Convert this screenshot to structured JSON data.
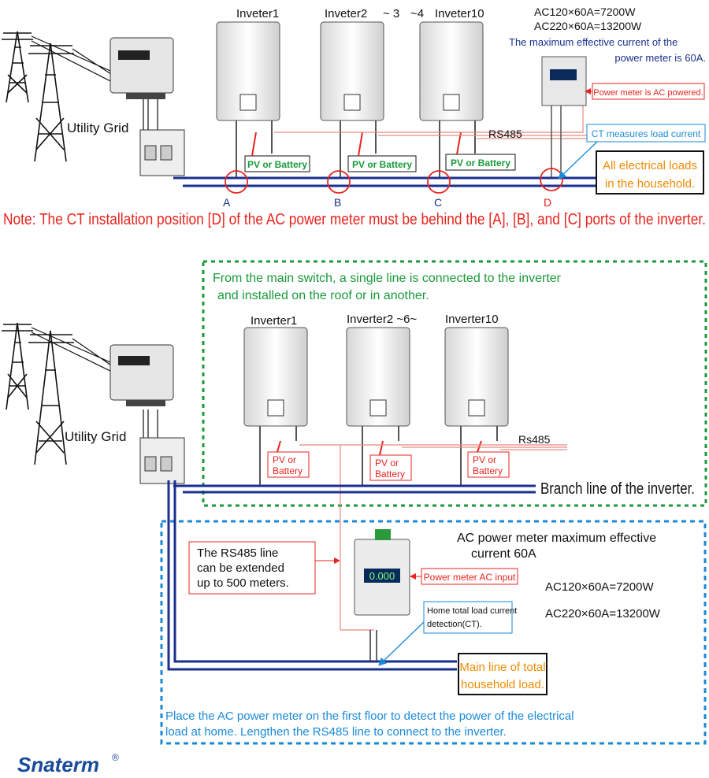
{
  "top": {
    "inverter_labels": [
      "Inveter1",
      "Inveter2",
      "~ 3",
      "~4",
      "Inveter10"
    ],
    "power_lines": [
      "AC120×60A=7200W",
      "AC220×60A=13200W"
    ],
    "max_current_lines": [
      "The maximum effective current of the",
      "power meter is 60A."
    ],
    "meter_ac_powered": "Power meter is AC powered.",
    "ct_measures": "CT measures load current",
    "rs485": "RS485",
    "utility_grid": "Utility Grid",
    "pv_battery": [
      "PV or Battery",
      "PV or Battery",
      "PV or Battery"
    ],
    "loads_lines": [
      "All electrical loads",
      "in the household."
    ],
    "ports": [
      "A",
      "B",
      "C",
      "D"
    ],
    "note": "Note: The CT installation position [D] of the AC power meter must be behind the [A], [B], and [C] ports of the inverter."
  },
  "bottom": {
    "green_box_lines": [
      "From the main switch, a single line is connected to the inverter",
      "and installed on the roof or in another."
    ],
    "inverter_labels": [
      "Inverter1",
      "Inverter2 ~6~",
      "Inverter10"
    ],
    "pv_battery": [
      [
        "PV or",
        "Battery"
      ],
      [
        "PV or",
        "Battery"
      ],
      [
        "PV or",
        "Battery"
      ]
    ],
    "rs485": "Rs485",
    "utility_grid": "Utility Grid",
    "branch_line": "Branch line of the inverter.",
    "rs485_ext_lines": [
      "The RS485 line",
      "can be extended",
      "up to 500 meters."
    ],
    "meter_max_lines": [
      "AC power meter maximum effective",
      "current 60A"
    ],
    "meter_ac_input": "Power meter AC input",
    "power_lines": [
      "AC120×60A=7200W",
      "AC220×60A=13200W"
    ],
    "home_ct_lines": [
      "Home total load current",
      "detection(CT)."
    ],
    "main_line_lines": [
      "Main line of total",
      "household load."
    ],
    "place_lines": [
      "Place the AC power meter on the first floor to detect the power of the electrical",
      "load at home. Lengthen the RS485 line to connect to the inverter."
    ],
    "meter_display": "0.000"
  },
  "logo": {
    "brand": "Snaterm",
    "reg": "®"
  },
  "colors": {
    "red": "#e8231e",
    "blue": "#1a2f8f",
    "green": "#1a9a3a",
    "orange": "#f08a00",
    "dashblue": "#1a8ad8",
    "dashgreen": "#1a9a3a"
  }
}
